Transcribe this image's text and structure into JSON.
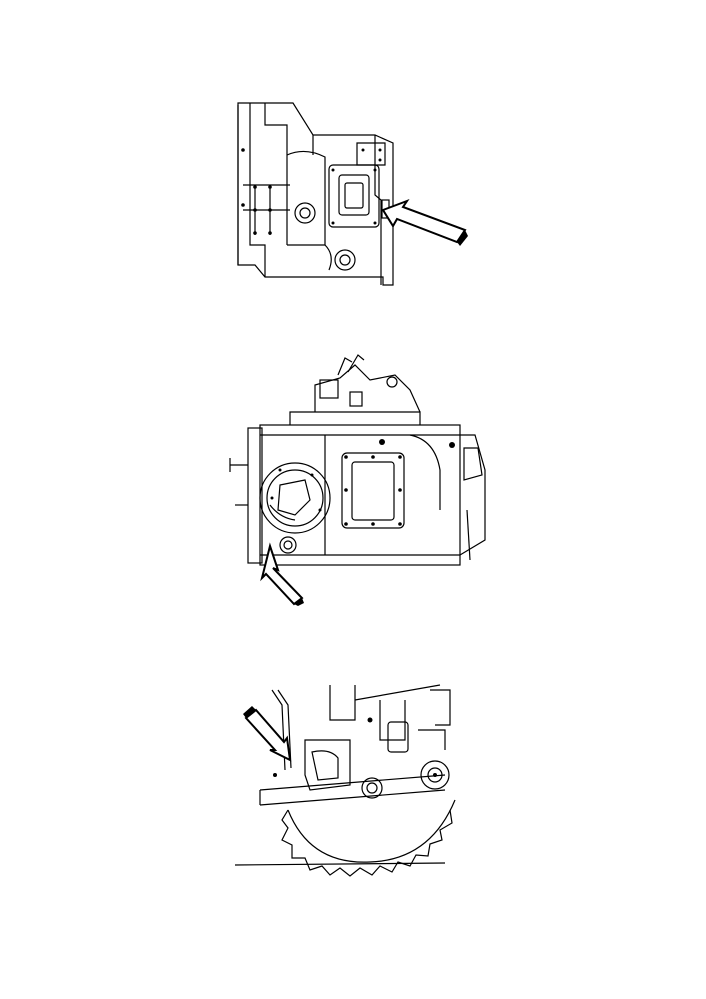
{
  "page": {
    "background": "#ffffff",
    "line_color": "#000000"
  },
  "figures": [
    {
      "id": "fig1",
      "subject": "transmission-housing-side-view",
      "callout_icon": "arrow-icon"
    },
    {
      "id": "fig2",
      "subject": "gearbox-assembly-side-view",
      "callout_icon": "arrow-icon"
    },
    {
      "id": "fig3",
      "subject": "tractor-underside-with-wheel",
      "callout_icon": "arrow-icon"
    }
  ]
}
